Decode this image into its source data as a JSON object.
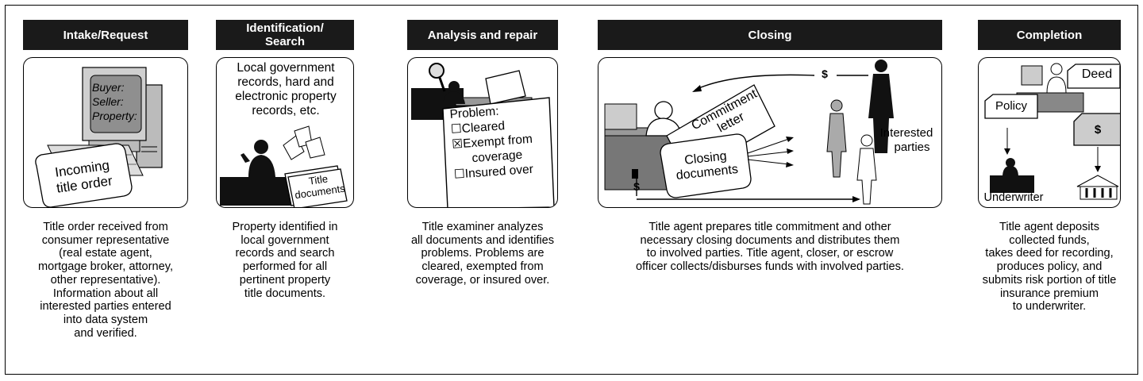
{
  "stages": [
    {
      "id": "intake",
      "title": "Intake/Request",
      "screen_lines": [
        "Buyer:",
        "Seller:",
        "Property:"
      ],
      "card_lines": [
        "Incoming",
        "title order"
      ],
      "description": [
        "Title order received from",
        "consumer representative",
        "(real estate agent,",
        "mortgage broker, attorney,",
        "other representative).",
        "Information about all",
        "interested parties entered",
        "into data system",
        "and verified."
      ]
    },
    {
      "id": "identification",
      "title_lines": [
        "Identification/",
        "Search"
      ],
      "panel_text": [
        "Local government",
        "records, hard and",
        "electronic property",
        "records, etc."
      ],
      "folder_lines": [
        "Title",
        "documents"
      ],
      "description": [
        "Property identified in",
        "local government",
        "records and search",
        "performed for all",
        "pertinent property",
        "title documents."
      ]
    },
    {
      "id": "analysis",
      "title": "Analysis and repair",
      "checklist": {
        "heading": "Problem:",
        "items": [
          {
            "label": "Cleared",
            "checked": false
          },
          {
            "label": "Exempt from",
            "label2": "coverage",
            "checked": true
          },
          {
            "label": "Insured over",
            "checked": false
          }
        ]
      },
      "description": [
        "Title examiner analyzes",
        "all documents and identifies",
        "problems. Problems are",
        "cleared, exempted from",
        "coverage, or insured over."
      ]
    },
    {
      "id": "closing",
      "title": "Closing",
      "dollar": "$",
      "commitment_lines": [
        "Commitment",
        "letter"
      ],
      "closing_lines": [
        "Closing",
        "documents"
      ],
      "parties_lines": [
        "Interested",
        "parties"
      ],
      "description": [
        "Title agent prepares title commitment and other",
        "necessary closing documents and distributes them",
        "to involved parties. Title agent, closer, or escrow",
        "officer collects/disburses funds with involved parties."
      ]
    },
    {
      "id": "completion",
      "title": "Completion",
      "deed": "Deed",
      "policy": "Policy",
      "dollar": "$",
      "underwriter": "Underwriter",
      "description": [
        "Title agent deposits",
        "collected funds,",
        "takes deed for recording,",
        "produces policy, and",
        "submits risk portion of title",
        "insurance premium",
        "to underwriter."
      ]
    }
  ]
}
